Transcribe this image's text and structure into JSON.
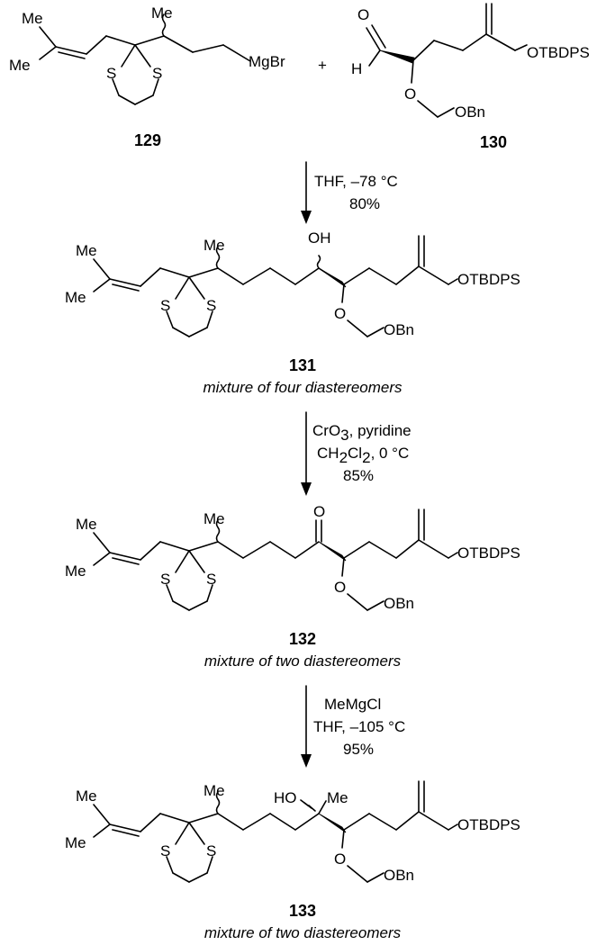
{
  "compounds": {
    "c129": {
      "number": "129",
      "labels": {
        "me1": "Me",
        "me2": "Me",
        "me3": "Me",
        "s1": "S",
        "s2": "S",
        "mgbr": "MgBr"
      }
    },
    "c130": {
      "number": "130",
      "labels": {
        "o_ald": "O",
        "h": "H",
        "o_mom": "O",
        "obn": "OBn",
        "otbdps": "OTBDPS"
      }
    },
    "c131": {
      "number": "131",
      "note": "mixture of four diastereomers",
      "labels": {
        "me1": "Me",
        "me2": "Me",
        "me3": "Me",
        "s1": "S",
        "s2": "S",
        "oh": "OH",
        "o_mom": "O",
        "obn": "OBn",
        "otbdps": "OTBDPS"
      }
    },
    "c132": {
      "number": "132",
      "note": "mixture of two diastereomers",
      "labels": {
        "me1": "Me",
        "me2": "Me",
        "me3": "Me",
        "s1": "S",
        "s2": "S",
        "o_ket": "O",
        "o_mom": "O",
        "obn": "OBn",
        "otbdps": "OTBDPS"
      }
    },
    "c133": {
      "number": "133",
      "note": "mixture of two diastereomers",
      "labels": {
        "me1": "Me",
        "me2": "Me",
        "me3": "Me",
        "s1": "S",
        "s2": "S",
        "ho": "HO",
        "me_c": "Me",
        "o_mom": "O",
        "obn": "OBn",
        "otbdps": "OTBDPS"
      }
    }
  },
  "plus": "+",
  "steps": [
    {
      "line1": "THF, –78 °C",
      "line2": "80%"
    },
    {
      "line1_a": "CrO",
      "line1_sub": "3",
      "line1_b": ", pyridine",
      "line2_a": "CH",
      "line2_sub1": "2",
      "line2_b": "Cl",
      "line2_sub2": "2",
      "line2_c": ", 0 °C",
      "line3": "85%"
    },
    {
      "line1": "MeMgCl",
      "line2": "THF, –105 °C",
      "line3": "95%"
    }
  ]
}
